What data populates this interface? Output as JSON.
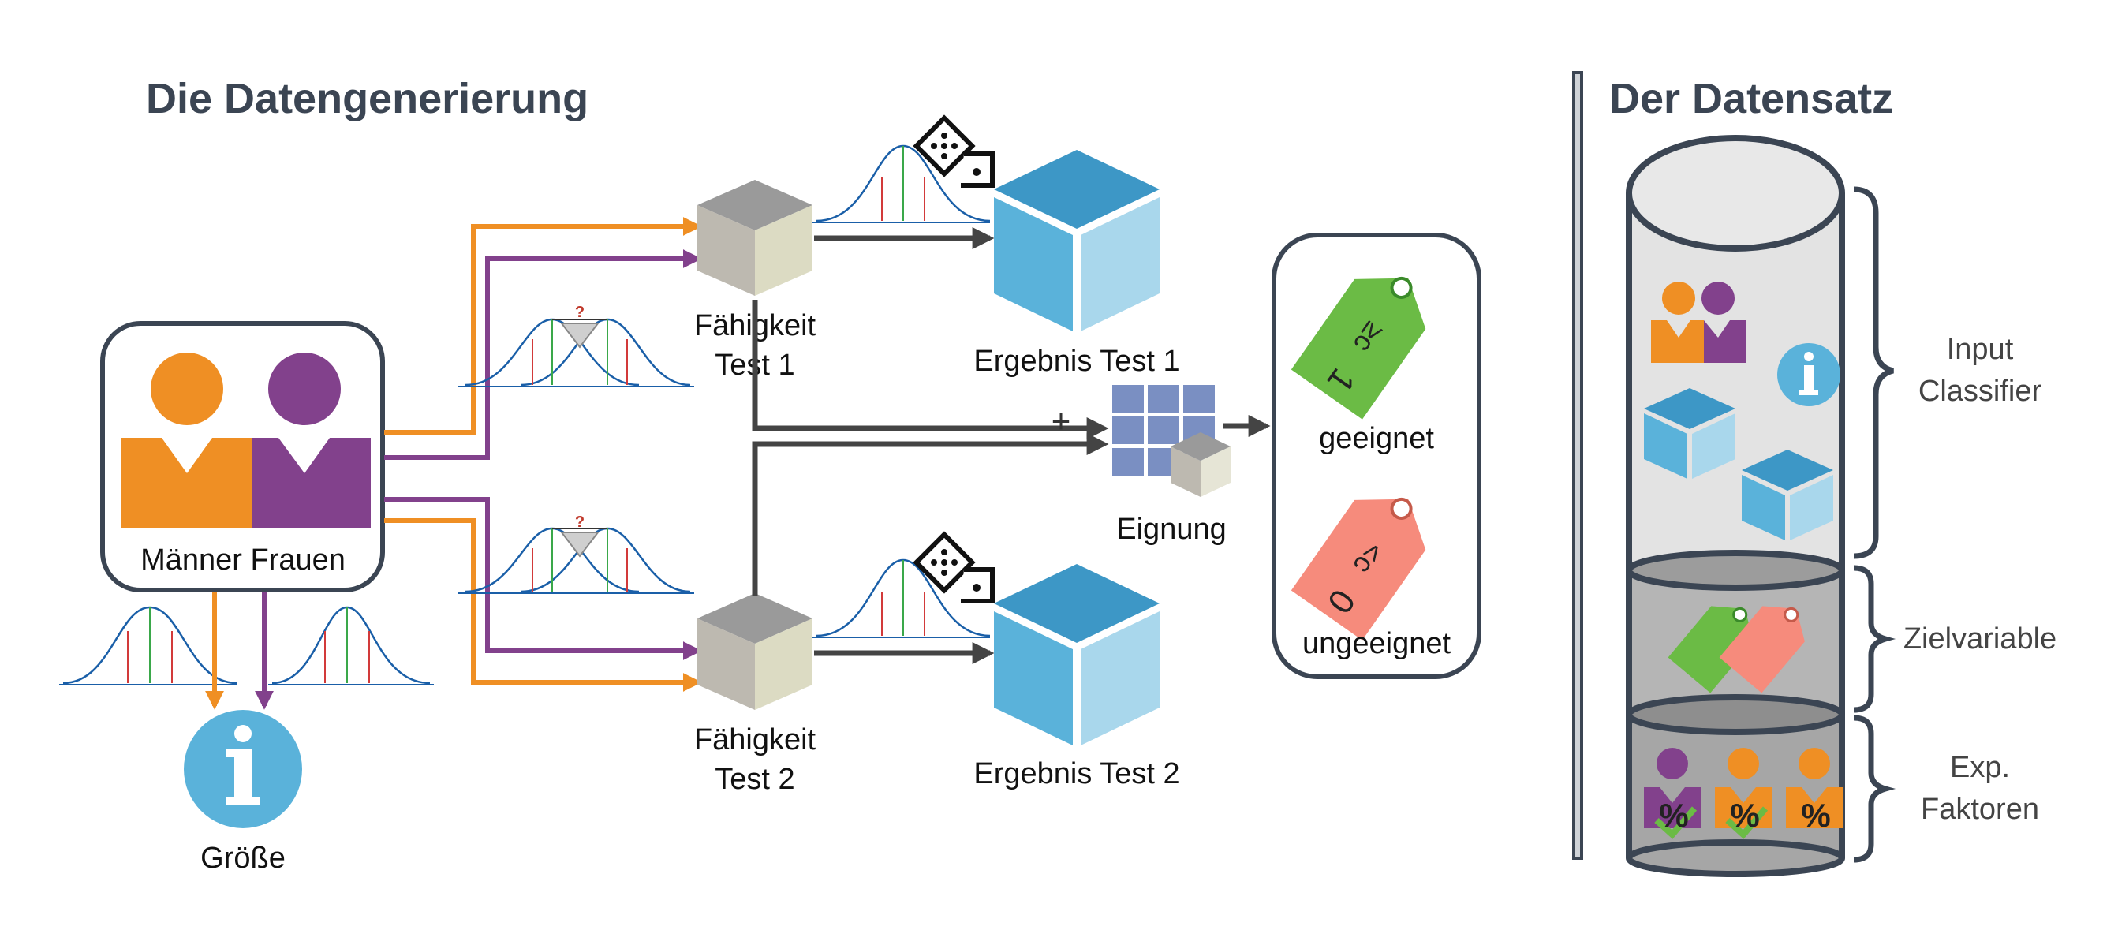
{
  "headers": {
    "left": "Die Datengenerierung",
    "right": "Der Datensatz"
  },
  "labels": {
    "people": "Männer Frauen",
    "size": "Größe",
    "ability1_line1": "Fähigkeit",
    "ability1_line2": "Test 1",
    "ability2_line1": "Fähigkeit",
    "ability2_line2": "Test 2",
    "result1": "Ergebnis Test 1",
    "result2": "Ergebnis Test 2",
    "suitability": "Eignung",
    "suitable": "geeignet",
    "unsuitable": "ungeeignet",
    "plus": "+",
    "question": "?",
    "tag_good_digit": "1",
    "tag_good_ineq": "≥c",
    "tag_bad_digit": "0",
    "tag_bad_ineq": "<c",
    "percent": "%"
  },
  "dataset": {
    "input_line1": "Input",
    "input_line2": "Classifier",
    "target": "Zielvariable",
    "exp_line1": "Exp.",
    "exp_line2": "Faktoren"
  },
  "colors": {
    "orange": "#ef8f24",
    "purple": "#82418c",
    "info_blue": "#5ab2da",
    "cube_top": "#3d97c6",
    "cube_left": "#5ab2da",
    "cube_right": "#a9d7ec",
    "green_tag": "#6bbb45",
    "red_tag": "#f68b7c",
    "grid_blue": "#7a8fc2",
    "arrow_dark": "#444444",
    "text_dark": "#3b4553"
  },
  "icons": [
    "person-man-icon",
    "person-woman-icon",
    "info-icon",
    "cube-icon",
    "dice-icon",
    "tag-icon",
    "grid-icon",
    "database-cylinder-icon"
  ]
}
